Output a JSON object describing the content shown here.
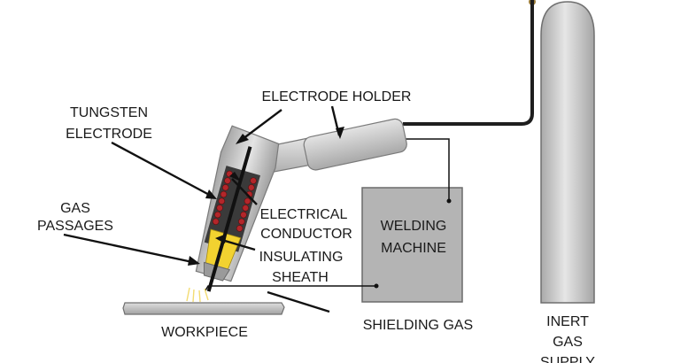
{
  "labels": {
    "electrode_holder": "ELECTRODE HOLDER",
    "tungsten_electrode_1": "TUNGSTEN",
    "tungsten_electrode_2": "ELECTRODE",
    "gas_passages_1": "GAS",
    "gas_passages_2": "PASSAGES",
    "electrical_conductor_1": "ELECTRICAL",
    "electrical_conductor_2": "CONDUCTOR",
    "insulating_sheath_1": "INSULATING",
    "insulating_sheath_2": "SHEATH",
    "welding_machine_1": "WELDING",
    "welding_machine_2": "MACHINE",
    "workpiece": "WORKPIECE",
    "shielding_gas": "SHIELDING GAS",
    "inert_gas_supply_1": "INERT",
    "inert_gas_supply_2": "GAS",
    "inert_gas_supply_3": "SUPPLY"
  },
  "colors": {
    "torch_body": "#c9c9c9",
    "machine_box": "#b4b4b4",
    "cylinder": "#cdcdcd",
    "coil": "#b3262a",
    "sheath": "#f2d230",
    "hose": "#1e1e1e",
    "line": "#111111"
  }
}
